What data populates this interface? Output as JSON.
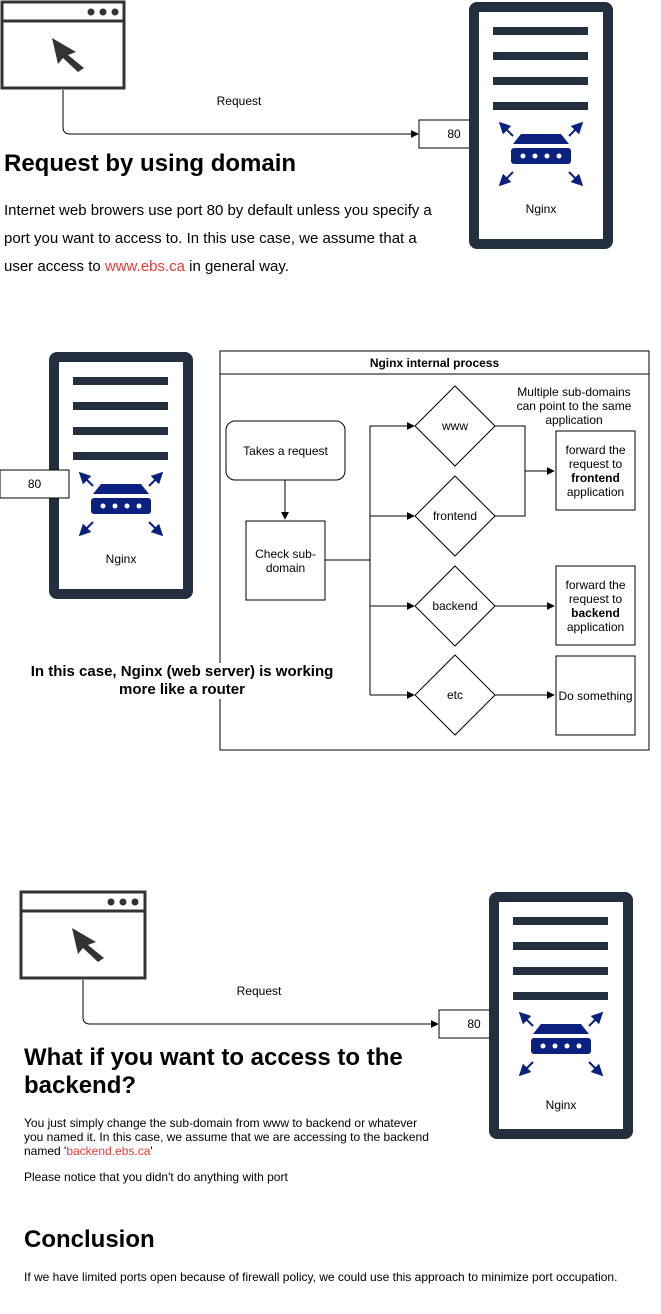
{
  "top": {
    "request_label": "Request",
    "port_label": "80",
    "server_label": "Nginx",
    "heading": "Request by using domain",
    "para_before": "Internet web browers use port 80 by default unless you specify a port you want to access to. In this use case, we assume that a user access to ",
    "para_link": "www.ebs.ca",
    "para_after": " in general way."
  },
  "middle": {
    "port_label": "80",
    "server_label": "Nginx",
    "process_title": "Nginx internal process",
    "takes_request": "Takes a request",
    "check_subdomain": "Check sub-domain",
    "diamonds": [
      "www",
      "frontend",
      "backend",
      "etc"
    ],
    "multi_note": "Multiple sub-domains can point to the same application",
    "frontend_box": {
      "line1": "forward the request to",
      "bold": "frontend",
      "line3": "application"
    },
    "backend_box": {
      "line1": "forward the request to",
      "bold": "backend",
      "line3": "application"
    },
    "do_something": "Do something",
    "router_note": "In this case, Nginx (web server) is working more like a router"
  },
  "bottom": {
    "request_label": "Request",
    "port_label": "80",
    "server_label": "Nginx",
    "heading": "What if you want to access to the backend?",
    "para_before": "You just simply change the sub-domain from www to backend or whatever you named it. In this case, we assume that we are accessing to the backend named '",
    "para_link": "backend.ebs.ca",
    "para_after": "'",
    "note": "Please notice that you didn't do anything with port",
    "conclusion_heading": "Conclusion",
    "conclusion_text": "If we have limited ports open because of firewall policy, we could use this approach to minimize port occupation."
  },
  "colors": {
    "server_frame": "#232f3e",
    "router_blue": "#0a2180",
    "browser_frame": "#333333",
    "link_red": "#ea3a3a"
  }
}
